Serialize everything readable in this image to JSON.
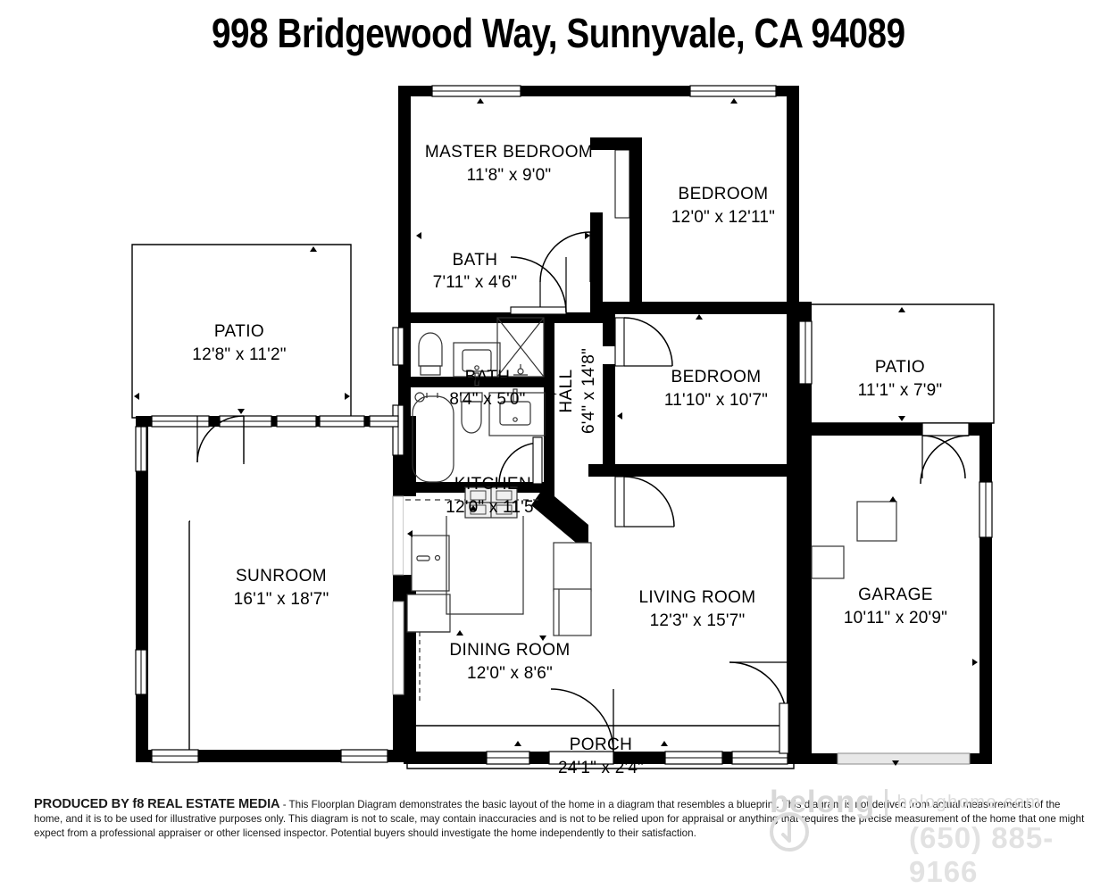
{
  "header": {
    "title": "998 Bridgewood Way, Sunnyvale, CA  94089"
  },
  "floorplan": {
    "type": "floorplan-diagram",
    "rooms": [
      {
        "key": "master_bedroom",
        "label": "MASTER BEDROOM",
        "dimensions": "11'8\" x 9'0\""
      },
      {
        "key": "bedroom_2",
        "label": "BEDROOM",
        "dimensions": "12'0\" x 12'11\""
      },
      {
        "key": "bedroom_3",
        "label": "BEDROOM",
        "dimensions": "11'10\" x 10'7\""
      },
      {
        "key": "bath_1",
        "label": "BATH",
        "dimensions": "7'11\" x 4'6\""
      },
      {
        "key": "bath_2",
        "label": "BATH",
        "dimensions": "8'4\" x 5'0\""
      },
      {
        "key": "hall",
        "label": "HALL",
        "dimensions": "6'4\" x 14'8\""
      },
      {
        "key": "kitchen",
        "label": "KITCHEN",
        "dimensions": "12'0\" x 11'5\""
      },
      {
        "key": "dining_room",
        "label": "DINING ROOM",
        "dimensions": "12'0\" x 8'6\""
      },
      {
        "key": "living_room",
        "label": "LIVING ROOM",
        "dimensions": "12'3\" x 15'7\""
      },
      {
        "key": "sunroom",
        "label": "SUNROOM",
        "dimensions": "16'1\" x 18'7\""
      },
      {
        "key": "garage",
        "label": "GARAGE",
        "dimensions": "10'11\" x 20'9\""
      },
      {
        "key": "patio_left",
        "label": "PATIO",
        "dimensions": "12'8\" x 11'2\""
      },
      {
        "key": "patio_right",
        "label": "PATIO",
        "dimensions": "11'1\" x 7'9\""
      },
      {
        "key": "porch",
        "label": "PORCH",
        "dimensions": "24'1\" x 2'4\""
      }
    ]
  },
  "footer": {
    "producer": "PRODUCED BY f8 REAL ESTATE MEDIA",
    "disclaimer": " - This Floorplan Diagram demonstrates the basic layout of the home in a diagram that resembles a blueprint. This diagram is not derived from actual measurements of the home, and it is to be used for illustrative purposes only. This diagram is not to scale, may contain inaccuracies and is not to be relied upon for appraisal or anything that requires the precise measurement of the home that one might expect from a professional appraiser or other licensed inspector. Potential buyers should investigate the home independently to their satisfaction."
  },
  "watermark": {
    "brand": "belong",
    "tagline": "beloghome.com",
    "phone": "(650) 885-9166"
  },
  "colors": {
    "wall": "#000000",
    "background": "#ffffff",
    "fixture_line": "#333333",
    "watermark": "#dcdcdc"
  }
}
